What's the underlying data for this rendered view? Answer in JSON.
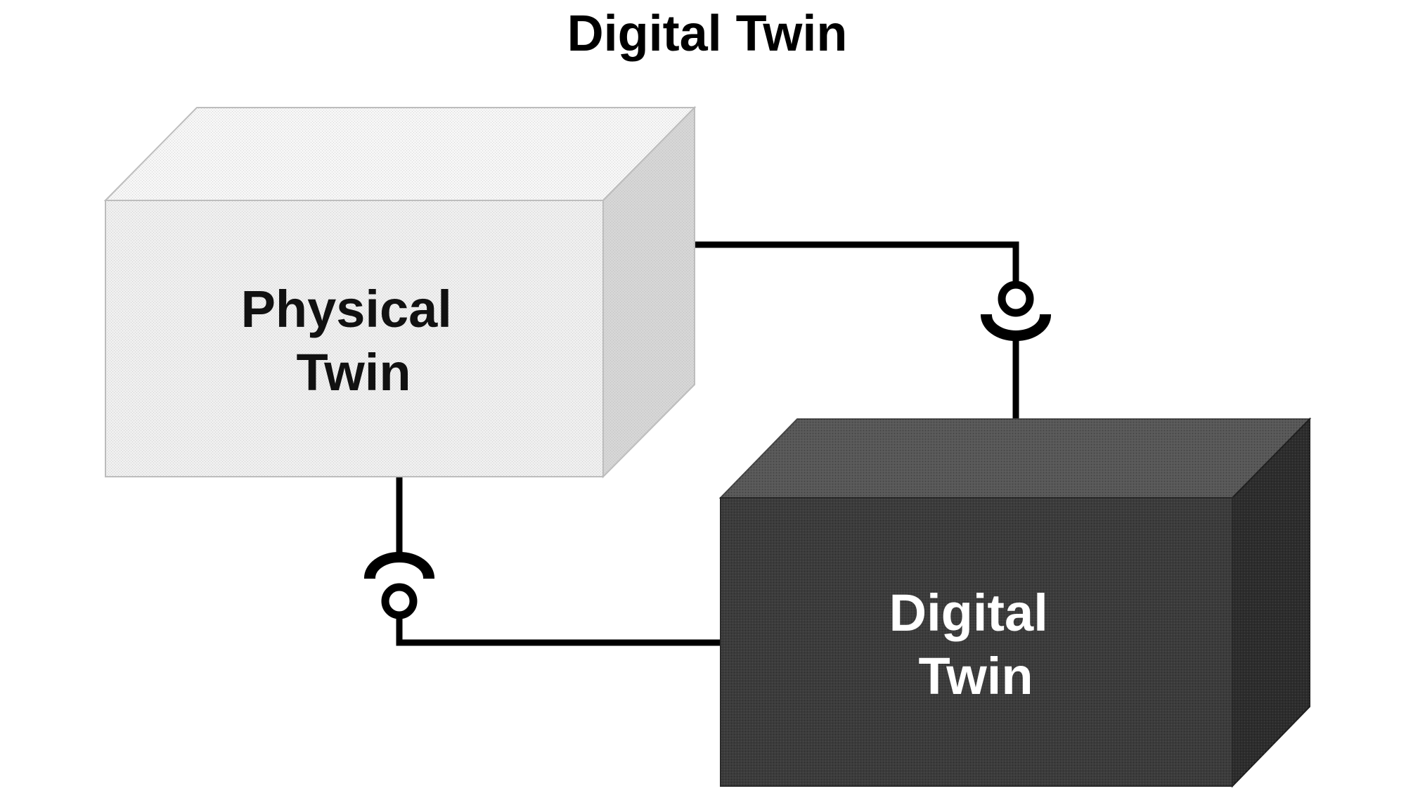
{
  "title": "Digital Twin",
  "physical_box": {
    "label_line1": "Physical",
    "label_line2": "Twin"
  },
  "digital_box": {
    "label_line1": "Digital",
    "label_line2": "Twin"
  },
  "colors": {
    "background": "#ffffff",
    "physical_front": "#efefef",
    "physical_top": "#f6f6f6",
    "physical_side": "#d6d6d6",
    "physical_text": "#111111",
    "digital_front": "#3c3c3c",
    "digital_top": "#585858",
    "digital_side": "#2d2d2d",
    "digital_text": "#ffffff",
    "connector": "#000000"
  }
}
